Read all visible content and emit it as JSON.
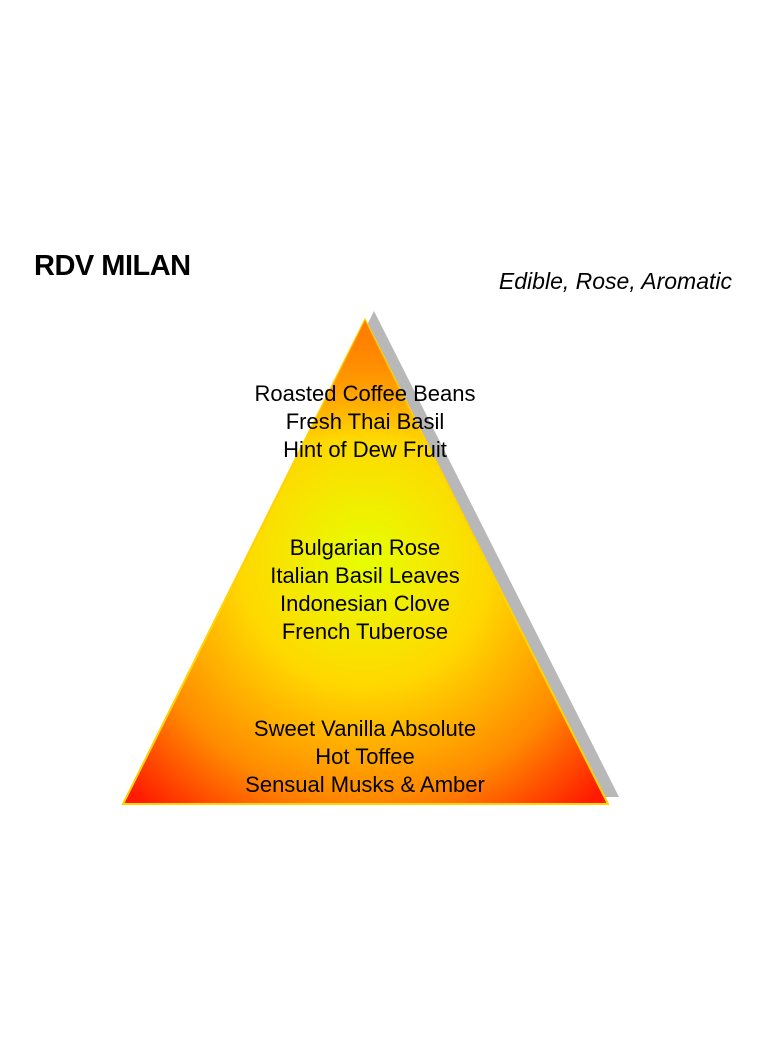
{
  "product": {
    "name": "RDV MILAN",
    "accords": "Edible, Rose, Aromatic"
  },
  "pyramid": {
    "colors": {
      "apex": "#ff7a00",
      "middle": "#e6ff00",
      "base_corners": "#ff1a00",
      "outline": "#ffd400",
      "shadow": "#b8b8b8"
    },
    "top_notes": [
      "Roasted Coffee Beans",
      "Fresh Thai Basil",
      "Hint of Dew Fruit"
    ],
    "heart_notes": [
      "Bulgarian Rose",
      "Italian Basil Leaves",
      "Indonesian Clove",
      "French Tuberose"
    ],
    "base_notes": [
      "Sweet Vanilla Absolute",
      "Hot Toffee",
      "Sensual Musks & Amber"
    ]
  }
}
